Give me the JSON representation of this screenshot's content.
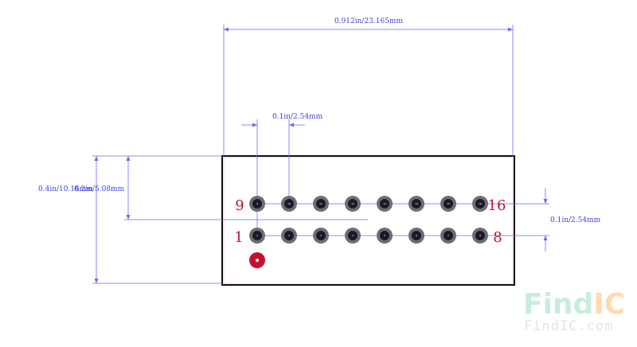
{
  "dimensions": {
    "overall_width": "0.912in/23.165mm",
    "pitch_horizontal": "0.1in/2.54mm",
    "body_height": "0.4in/10.16mm",
    "row_offset": "0.2in/5.08mm",
    "pitch_vertical": "0.1in/2.54mm"
  },
  "pin_labels": {
    "top_left": "9",
    "top_right": "16",
    "bottom_left": "1",
    "bottom_right": "8"
  },
  "pins": {
    "top_row": [
      "9",
      "10",
      "11",
      "12",
      "13",
      "14",
      "15",
      "16"
    ],
    "bottom_row": [
      "1",
      "2",
      "3",
      "4",
      "5",
      "6",
      "7",
      "8"
    ]
  },
  "watermark": {
    "logo_find": "Find",
    "logo_ic": "IC",
    "url": "FindIC.com"
  },
  "colors": {
    "dimension": "#4040e0",
    "pin_label": "#c0103a",
    "pad_ring": "#6e6e6e",
    "pad_hole": "#1a1a2e",
    "pin1_marker": "#c8102e",
    "outline": "#111111",
    "watermark_find": "#c9eddc",
    "watermark_ic": "#ffd9b0"
  }
}
